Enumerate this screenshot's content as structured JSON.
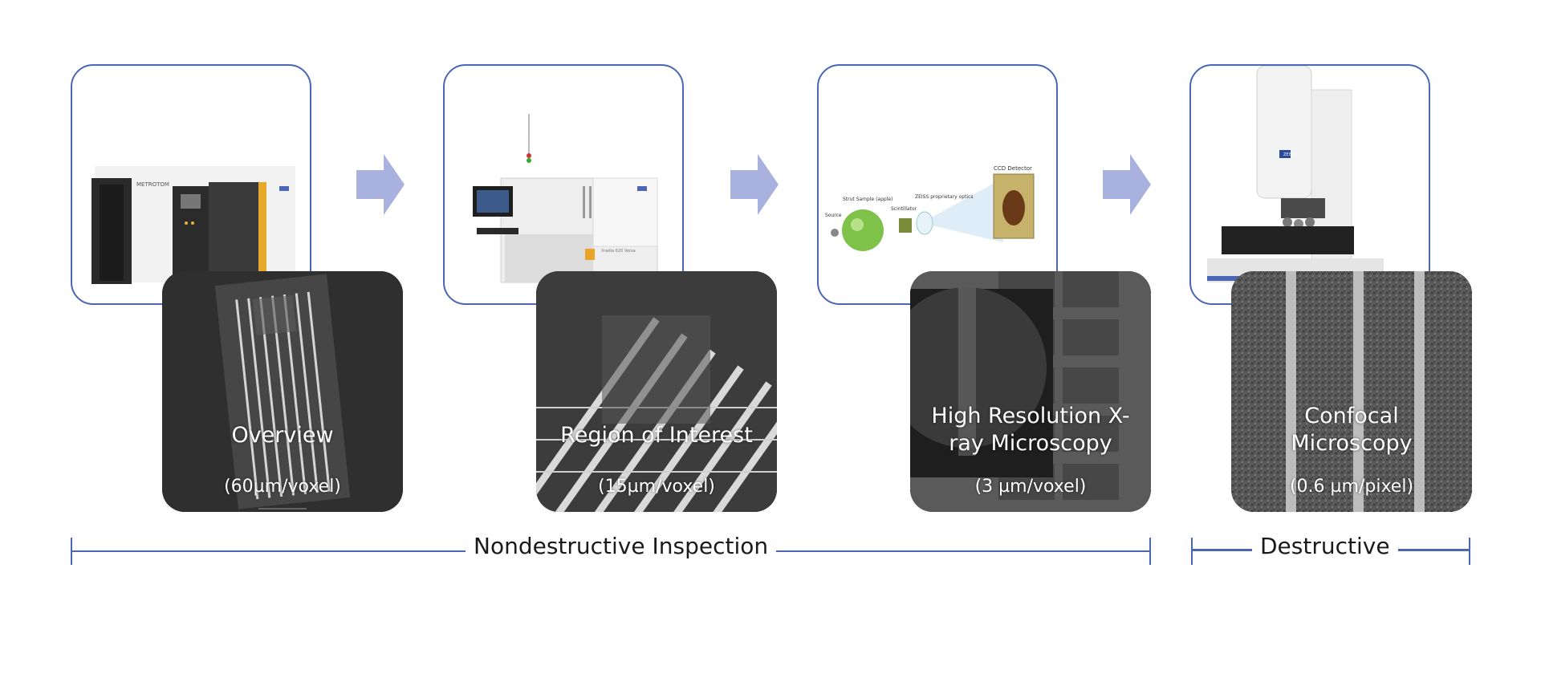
{
  "panels": [
    {
      "machine_text": "METROTOM",
      "title": "Overview",
      "resolution": "(60µm/voxel)"
    },
    {
      "machine_text": "Xradia 620 Versa",
      "title": "Region of Interest",
      "resolution": "(15µm/voxel)"
    },
    {
      "diagram_labels": {
        "detector": "CCD Detector",
        "optics": "ZEISS proprietary optics",
        "scintillator": "Scintillator",
        "sample": "Strut Sample (apple)",
        "source": "Source"
      },
      "title_line1": "High Resolution X-",
      "title_line2": "ray Microscopy",
      "resolution": "(3 µm/voxel)"
    },
    {
      "brand_text": "ZEISS",
      "title_line1": "Confocal",
      "title_line2": "Microscopy",
      "resolution": "(0.6 µm/pixel)"
    }
  ],
  "sections": {
    "nondestructive": "Nondestructive Inspection",
    "destructive": "Destructive"
  },
  "colors": {
    "frame_border": "#4a66b5",
    "arrow": "#a9b2de",
    "tile_bg": "#2e2e2e"
  }
}
